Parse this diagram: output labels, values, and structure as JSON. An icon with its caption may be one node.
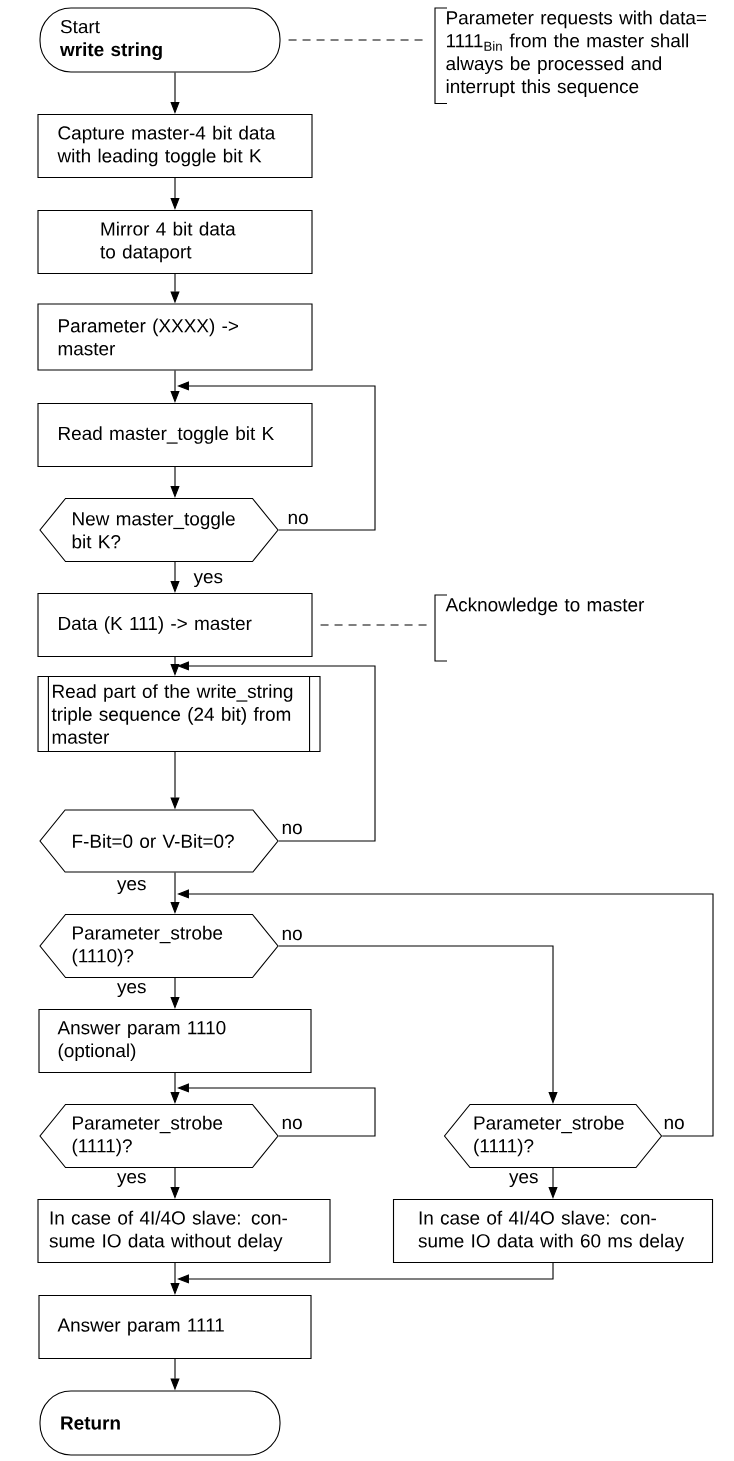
{
  "diagram": {
    "nodes": [
      {
        "text": [
          "Start",
          "write string"
        ]
      },
      {
        "text": [
          "Parameter requests with data= 1111$_{Bin}$ from the master shall always be processed and interrupt this sequence"
        ]
      },
      {
        "text": [
          "Capture master-4 bit data with leading toggle bit K"
        ]
      },
      {
        "text": [
          "Mirror 4 bit data to dataport"
        ]
      },
      {
        "text": [
          "Parameter (XXXX) -> master"
        ]
      },
      {
        "text": [
          "Read master_toggle bit K"
        ]
      },
      {
        "text": [
          "New master_toggle bit K?"
        ]
      },
      {
        "text": [
          "Data (K 111) -> master"
        ]
      },
      {
        "text": [
          "Acknowledge to master"
        ]
      },
      {
        "text": [
          "Read part of the write_string triple sequence (24 bit) from master"
        ]
      },
      {
        "text": [
          "F-Bit=0 or V-Bit=0?"
        ]
      },
      {
        "text": [
          "Parameter_strobe (1110)?"
        ]
      },
      {
        "text": [
          "Answer param 1110 (optional)"
        ]
      },
      {
        "text": [
          "Parameter_strobe (1111)?"
        ]
      },
      {
        "text": [
          "Parameter_strobe (1111)?"
        ]
      },
      {
        "text": [
          "In case of 4I/4O slave: con- sume IO data without delay"
        ]
      },
      {
        "text": [
          "In case of 4I/4O slave: con- sume IO data with 60 ms delay"
        ]
      },
      {
        "text": [
          "Answer param 1111"
        ]
      },
      {
        "text": [
          "Return"
        ]
      }
    ],
    "edges": [
      {
        "from": 0,
        "to": 1,
        "arrow": "none",
        "style": "dashed"
      },
      {
        "from": 0,
        "to": 2,
        "arrow": "to"
      },
      {
        "from": 2,
        "to": 3,
        "arrow": "to"
      },
      {
        "from": 3,
        "to": 4,
        "arrow": "to"
      },
      {
        "from": 4,
        "to": 5,
        "arrow": "to"
      },
      {
        "from": 5,
        "to": 6,
        "arrow": "to"
      },
      {
        "from": 6,
        "to": 7,
        "arrow": "to",
        "label": "yes"
      },
      {
        "from": 6,
        "to": 5,
        "arrow": "to",
        "label": "no"
      },
      {
        "from": 7,
        "to": 8,
        "arrow": "none",
        "style": "dashed"
      },
      {
        "from": 7,
        "to": 9,
        "arrow": "to"
      },
      {
        "from": 9,
        "to": 10,
        "arrow": "to"
      },
      {
        "from": 10,
        "to": 9,
        "arrow": "to",
        "label": "no"
      },
      {
        "from": 10,
        "to": 11,
        "arrow": "to",
        "label": "yes"
      },
      {
        "from": 11,
        "to": 12,
        "arrow": "to",
        "label": "yes"
      },
      {
        "from": 11,
        "to": 14,
        "arrow": "to",
        "label": "no"
      },
      {
        "from": 12,
        "to": 13,
        "arrow": "to"
      },
      {
        "from": 13,
        "to": 13,
        "arrow": "to",
        "label": "no"
      },
      {
        "from": 13,
        "to": 15,
        "arrow": "to",
        "label": "yes"
      },
      {
        "from": 14,
        "to": 11,
        "arrow": "to",
        "label": "no"
      },
      {
        "from": 14,
        "to": 16,
        "arrow": "to",
        "label": "yes"
      },
      {
        "from": 15,
        "to": 17,
        "arrow": "to"
      },
      {
        "from": 16,
        "to": 17,
        "arrow": "to"
      },
      {
        "from": 17,
        "to": 18,
        "arrow": "to"
      }
    ]
  }
}
